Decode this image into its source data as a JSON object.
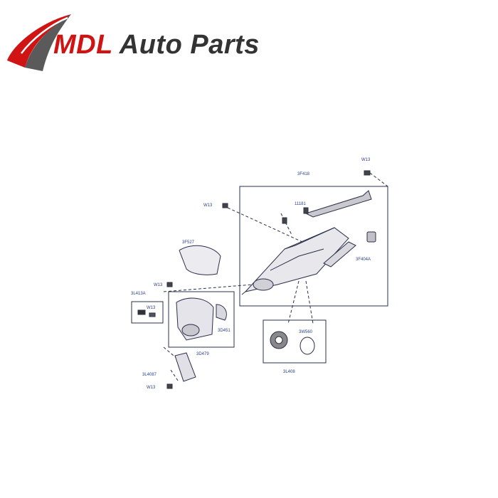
{
  "brand": {
    "name_part1": "MDL",
    "name_part2": "Auto Parts",
    "accent_color": "#d01414",
    "text_color": "#333333"
  },
  "diagram": {
    "line_color": "#2a2f4a",
    "label_color": "#2a3f8a",
    "labels": [
      {
        "id": "l1",
        "text": "W13"
      },
      {
        "id": "l2",
        "text": "3F418"
      },
      {
        "id": "l3",
        "text": "W13"
      },
      {
        "id": "l4",
        "text": "11181"
      },
      {
        "id": "l5",
        "text": "3F527"
      },
      {
        "id": "l6",
        "text": "3F404A"
      },
      {
        "id": "l7",
        "text": "W13"
      },
      {
        "id": "l8",
        "text": "3L413A"
      },
      {
        "id": "l9",
        "text": "W13"
      },
      {
        "id": "l10",
        "text": "3D451"
      },
      {
        "id": "l11",
        "text": "3D479"
      },
      {
        "id": "l12",
        "text": "3W560"
      },
      {
        "id": "l13",
        "text": "3L408"
      },
      {
        "id": "l14",
        "text": "3L4087"
      },
      {
        "id": "l15",
        "text": "W13"
      }
    ]
  }
}
